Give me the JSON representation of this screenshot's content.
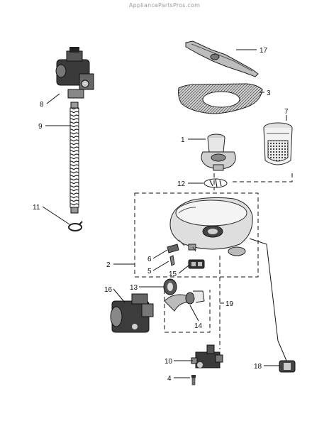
{
  "watermark": "AppliancePartsPros.com",
  "callouts": {
    "c17": "17",
    "c3": "3",
    "c7": "7",
    "c1": "1",
    "c12": "12",
    "c8": "8",
    "c9": "9",
    "c11": "11",
    "c2": "2",
    "c6": "6",
    "c5": "5",
    "c15": "15",
    "c13": "13",
    "c16": "16",
    "c14": "14",
    "c19": "19",
    "c10": "10",
    "c4": "4",
    "c18": "18"
  },
  "colors": {
    "line": "#111111",
    "part_dark": "#2a2a2a",
    "part_mid": "#8a8a8a",
    "part_light": "#d9d9d9",
    "watermark": "#9a9a9a"
  }
}
